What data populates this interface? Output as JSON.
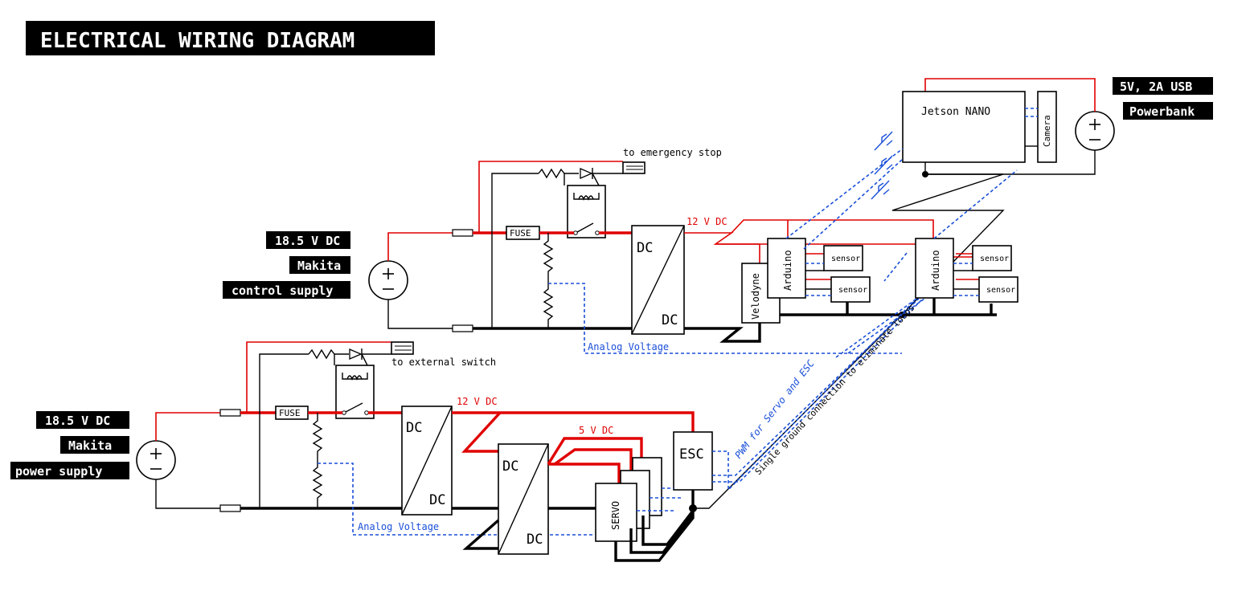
{
  "title": "ELECTRICAL WIRING DIAGRAM",
  "control_supply": {
    "voltage": "18.5 V DC",
    "brand": "Makita",
    "name": "control supply",
    "rail_label": "12 V DC",
    "emergency_label": "to emergency stop",
    "analog_label": "Analog Voltage",
    "fuse": "FUSE",
    "dc_top": "DC",
    "dc_bottom": "DC"
  },
  "power_supply": {
    "voltage": "18.5 V DC",
    "brand": "Makita",
    "name": "power supply",
    "rail_12_label": "12 V DC",
    "rail_5_label": "5 V DC",
    "switch_label": "to external switch",
    "analog_label": "Analog Voltage",
    "fuse": "FUSE",
    "dc_top": "DC",
    "dc_bottom": "DC",
    "dc2_top": "DC",
    "dc2_bottom": "DC",
    "esc": "ESC",
    "servo": "SERVO"
  },
  "compute": {
    "jetson": "Jetson NANO",
    "camera": "Camera",
    "powerbank_spec": "5V, 2A USB",
    "powerbank": "Powerbank"
  },
  "sensors": {
    "velodyne": "Velodyne",
    "arduino": "Arduino",
    "sensor": "sensor"
  },
  "annotations": {
    "pwm": "PWM for Servo and ESC",
    "ground": "Single ground connection to eliminate loops"
  },
  "colors": {
    "power_wire": "#e00000",
    "signal_wire": "#1a4fd8",
    "ground_wire": "#000000",
    "label_bg": "#000000"
  }
}
